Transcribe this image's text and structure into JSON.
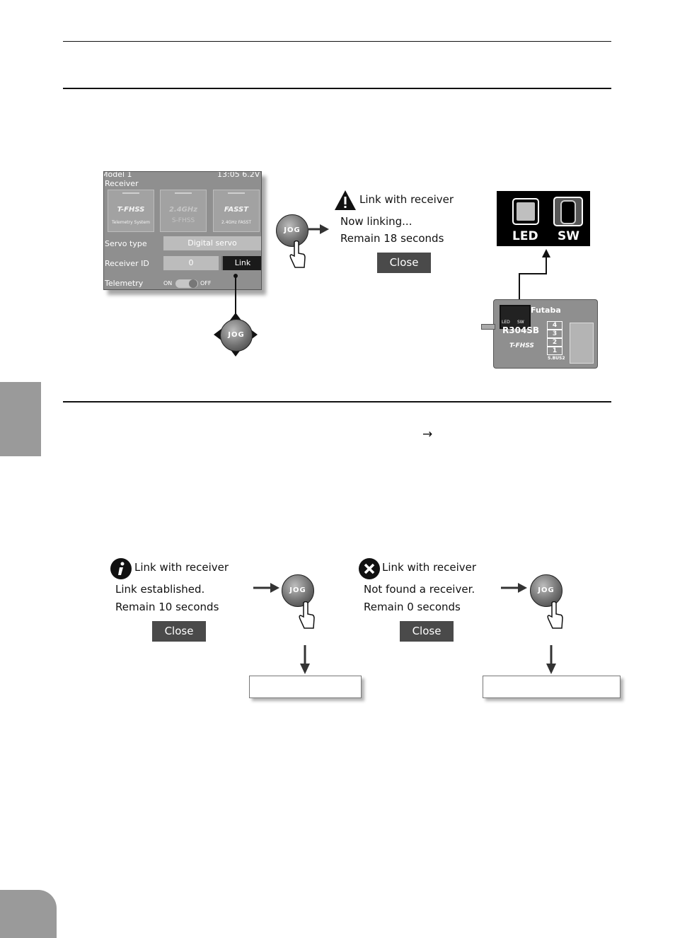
{
  "receiver_screen": {
    "model": "Model 1",
    "status": "13:05 6.2V",
    "title": "Receiver",
    "systems": [
      {
        "label": "T-FHSS",
        "sub": "Telemetry System"
      },
      {
        "label": "2.4GHz",
        "sub": "S-FHSS"
      },
      {
        "label": "FASST",
        "sub": "2.4GHz FASST"
      }
    ],
    "servo_type_label": "Servo type",
    "servo_type_value": "Digital servo",
    "receiver_id_label": "Receiver ID",
    "receiver_id_value": "0",
    "link_button": "Link",
    "telemetry_label": "Telemetry",
    "telemetry_on": "ON",
    "telemetry_off": "OFF"
  },
  "jog_label": "JOG",
  "dialog_linking": {
    "title": "Link with receiver",
    "line1": "Now linking...",
    "line2": "Remain 18 seconds",
    "close": "Close"
  },
  "dialog_success": {
    "title": "Link with receiver",
    "line1": "Link established.",
    "line2": "Remain 10 seconds",
    "close": "Close"
  },
  "dialog_fail": {
    "title": "Link with receiver",
    "line1": "Not found a receiver.",
    "line2": "Remain 0 seconds",
    "close": "Close"
  },
  "ledsw": {
    "led": "LED",
    "sw": "SW"
  },
  "receiver_unit": {
    "brand": "Futaba",
    "model": "R304SB",
    "led": "LED",
    "sw": "SW",
    "system": "T-FHSS",
    "channels": [
      "4",
      "3",
      "2",
      "1"
    ],
    "sbus": "S.BUS2"
  },
  "arrow_glyph": "→"
}
